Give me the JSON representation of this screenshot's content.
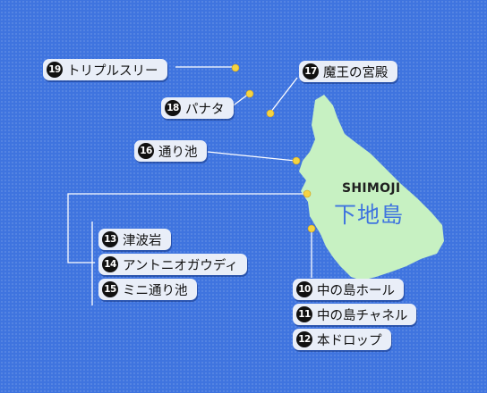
{
  "island": {
    "name_en": "SHIMOJI",
    "name_jp": "下地島"
  },
  "spots": [
    {
      "num": "19",
      "name": "トリプルスリー"
    },
    {
      "num": "17",
      "name": "魔王の宮殿"
    },
    {
      "num": "18",
      "name": "パナタ"
    },
    {
      "num": "16",
      "name": "通り池"
    },
    {
      "num": "13",
      "name": "津波岩"
    },
    {
      "num": "14",
      "name": "アントニオガウディ"
    },
    {
      "num": "15",
      "name": "ミニ通り池"
    },
    {
      "num": "10",
      "name": "中の島ホール"
    },
    {
      "num": "11",
      "name": "中の島チャネル"
    },
    {
      "num": "12",
      "name": "本ドロップ"
    }
  ],
  "colors": {
    "sea": "#3f74df",
    "land": "#c7f1c2",
    "label_bg": "#e9eef8",
    "marker": "#f5d442",
    "badge": "#111111"
  }
}
